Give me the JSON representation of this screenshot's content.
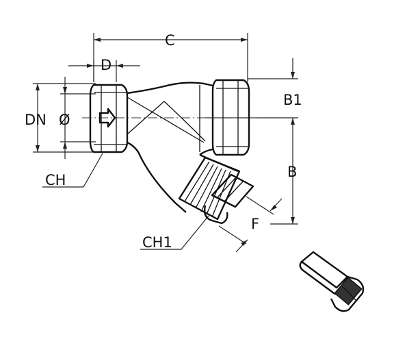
{
  "labels": {
    "c": "C",
    "d": "D",
    "dn": "DN",
    "dia": "Ø",
    "b1": "B1",
    "b": "B",
    "ch": "CH",
    "f": "F",
    "ch1": "CH1"
  }
}
